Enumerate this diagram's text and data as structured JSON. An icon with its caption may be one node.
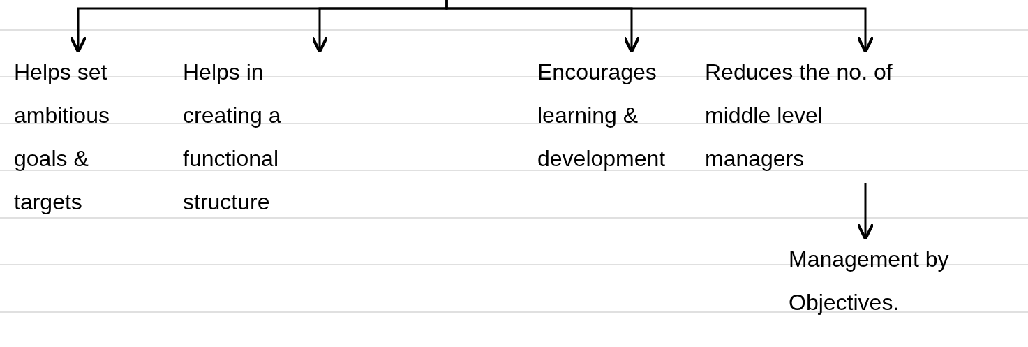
{
  "diagram": {
    "nodes": [
      {
        "text": [
          "Helps set ambitious goals & targets"
        ]
      },
      {
        "text": [
          "Helps in creating a functional structure"
        ]
      },
      {
        "text": [
          "Encourages learning & development"
        ]
      },
      {
        "text": [
          "Reduces the no. of middle level managers"
        ]
      },
      {
        "text": [
          "Management by Objectives."
        ]
      }
    ],
    "edges": [
      {
        "from": null,
        "to": 0,
        "arrow": "to"
      },
      {
        "from": null,
        "to": 1,
        "arrow": "to"
      },
      {
        "from": null,
        "to": 2,
        "arrow": "to"
      },
      {
        "from": null,
        "to": 3,
        "arrow": "to"
      },
      {
        "from": 3,
        "to": 4,
        "arrow": "to"
      }
    ]
  }
}
